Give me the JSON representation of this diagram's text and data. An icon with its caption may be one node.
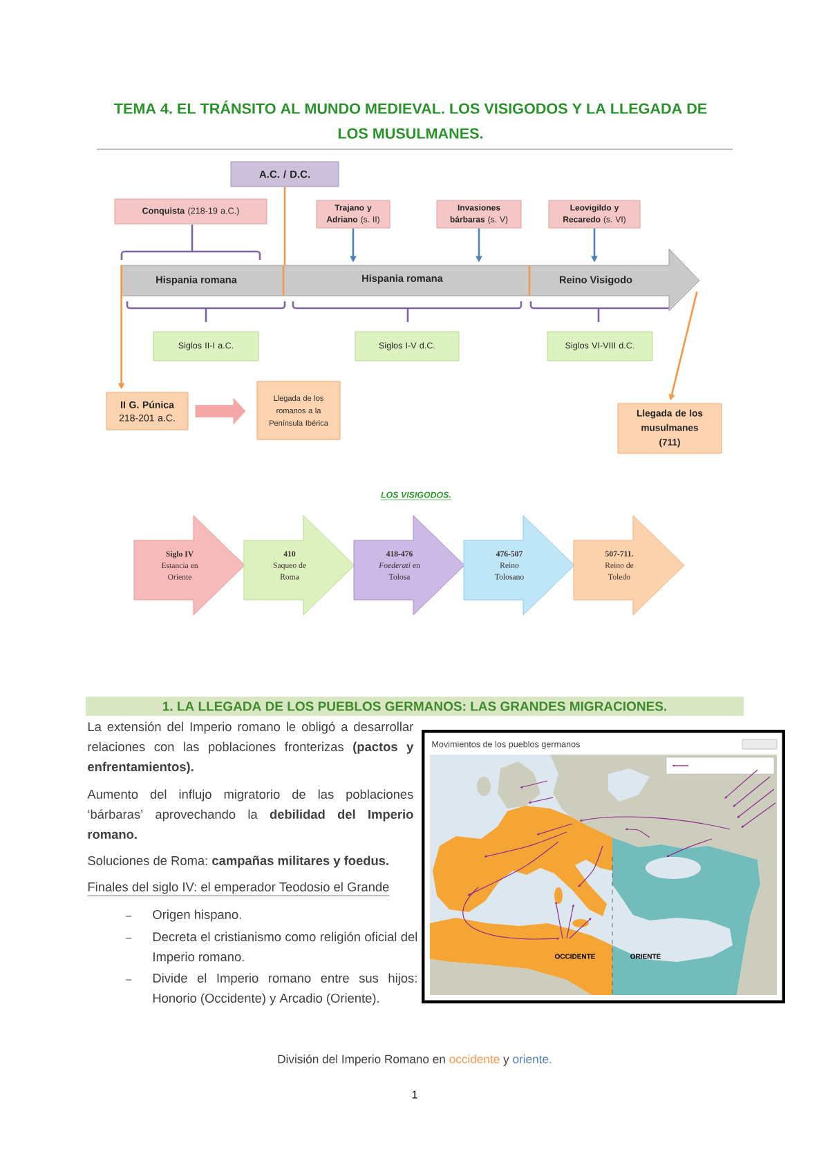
{
  "diagram": {
    "title": "TEMA 4. EL TRÁNSITO AL MUNDO MEDIEVAL. LOS VISIGODOS Y LA LLEGADA DE LOS MUSULMANES.",
    "nodes": [
      {
        "text": [
          "A.C. / D.C."
        ]
      },
      {
        "text": [
          "**Conquista** (218-19 a.C.)"
        ]
      },
      {
        "text": [
          "**Trajano y Adriano** (s. II)"
        ]
      },
      {
        "text": [
          "**Invasiones bárbaras** (s. V)"
        ]
      },
      {
        "text": [
          "**Leovigildo y Recaredo** (s. VI)"
        ]
      },
      {
        "text": [
          "Hispania romana",
          "Hispania romana",
          "Reino Visigodo"
        ]
      },
      {
        "text": [
          "Siglos II-I a.C."
        ]
      },
      {
        "text": [
          "Siglos I-V d.C."
        ]
      },
      {
        "text": [
          "Siglos VI-VIII d.C."
        ]
      },
      {
        "text": [
          "II G. Púnica",
          "218-201 a.C."
        ]
      },
      {
        "text": [
          "Llegada de los romanos a la Península Ibérica"
        ]
      },
      {
        "text": [
          "Llegada de los musulmanes (711)"
        ]
      },
      {
        "text": [
          "Siglo IV",
          "Estancia en Oriente"
        ]
      },
      {
        "text": [
          "410",
          "Saqueo de Roma"
        ]
      },
      {
        "text": [
          "418-476",
          "*Foederati* en Tolosa"
        ]
      },
      {
        "text": [
          "476-507",
          "Reino Tolosano"
        ]
      },
      {
        "text": [
          "507-711.",
          "Reino de Toledo"
        ]
      },
      {
        "text": [
          "1. LA LLEGADA DE LOS PUEBLOS GERMANOS: LAS GRANDES MIGRACIONES."
        ]
      }
    ],
    "edges": [
      {
        "from": 0,
        "to": 5,
        "arrow": "none",
        "color": "#f79646"
      },
      {
        "from": 2,
        "to": 5,
        "arrow": "to",
        "color": "#4f81bd"
      },
      {
        "from": 3,
        "to": 5,
        "arrow": "to",
        "color": "#4f81bd"
      },
      {
        "from": 4,
        "to": 5,
        "arrow": "to",
        "color": "#4f81bd"
      },
      {
        "from": 5,
        "to": 9,
        "arrow": "to",
        "color": "#f79646"
      },
      {
        "from": 9,
        "to": 10,
        "arrow": "to",
        "style": "thick",
        "color": "#f4a7a7"
      },
      {
        "from": 5,
        "to": 11,
        "arrow": "to",
        "color": "#f79646"
      }
    ],
    "labels": [
      "LOS VISIGODOS.",
      "La extensión del Imperio romano le obligó a desarrollar relaciones con las poblaciones fronterizas **(pactos y enfrentamientos).**",
      "Aumento del influjo migratorio de las poblaciones ‘bárbaras’ aprovechando la **debilidad del Imperio romano.**",
      "Soluciones de Roma: **campañas militares y foedus.**",
      "Finales del siglo IV: el emperador Teodosio el Grande",
      "Origen hispano.",
      "Decreta el cristianismo como religión oficial del Imperio romano.",
      "Divide el Imperio romano entre sus hijos: Honorio (Occidente) y Arcadio (Oriente).",
      "Movimientos de los pueblos germanos",
      "OCCIDENTE",
      "ORIENTE",
      "División del Imperio Romano en",
      "occidente",
      "y",
      "oriente.",
      "1"
    ]
  }
}
